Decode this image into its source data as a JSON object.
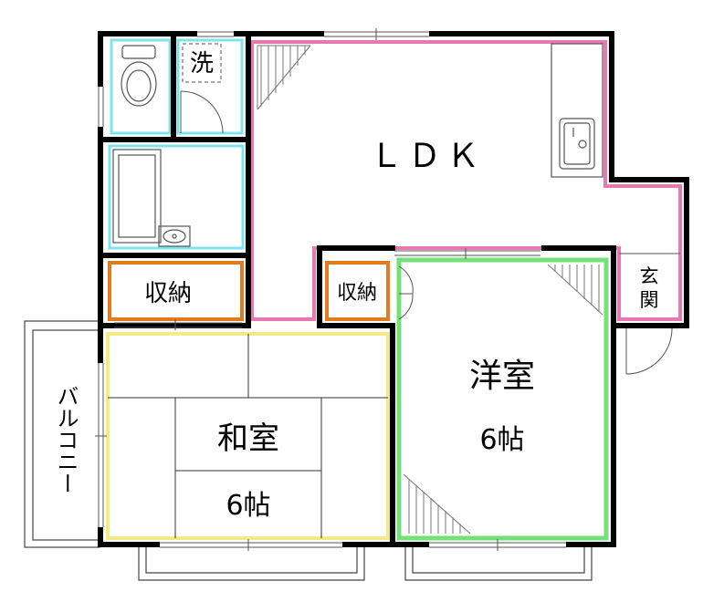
{
  "rooms": {
    "ldk": "ＬＤＫ",
    "western_room": "洋室",
    "western_size": "6帖",
    "japanese_room": "和室",
    "japanese_size": "6帖",
    "storage_left": "収納",
    "storage_center": "収納",
    "entrance_line1": "玄",
    "entrance_line2": "関",
    "washer": "洗",
    "balcony": "バルコニー"
  },
  "colors": {
    "ldk": "#e879b0",
    "western": "#74e07a",
    "japanese": "#f3ec86",
    "storage": "#e37b1c",
    "wet": "#7fe4ea",
    "wall": "#000000"
  }
}
